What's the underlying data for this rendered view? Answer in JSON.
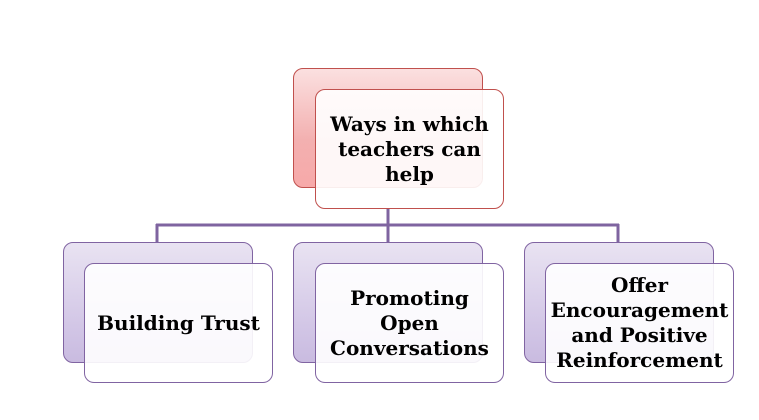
{
  "diagram": {
    "root": {
      "label": "Ways in which\nteachers can\nhelp"
    },
    "children": [
      {
        "label": "Building Trust"
      },
      {
        "label": "Promoting\nOpen\nConversations"
      },
      {
        "label": "Offer\nEncouragement\nand Positive\nReinforcement"
      }
    ]
  },
  "colors": {
    "root_accent": "#c0504d",
    "child_accent": "#8064a2",
    "connector": "#7f64a0"
  }
}
